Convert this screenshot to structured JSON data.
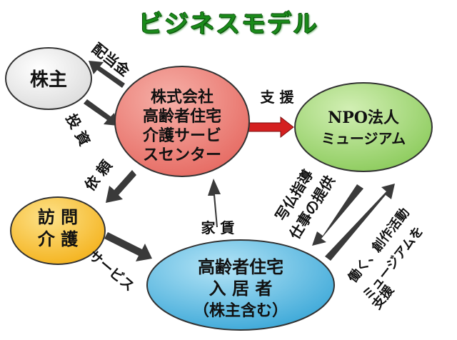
{
  "title": "ビジネスモデル",
  "colors": {
    "title": "#1a8a1a",
    "shareholder": "#f3f3f3",
    "company": "#ee8880",
    "npo": "#a6d87c",
    "visit_care": "#f8c840",
    "residents": "#6dc2e6",
    "arrow_dark": "#3a3a3a",
    "arrow_red": "#d42020"
  },
  "nodes": {
    "shareholder": {
      "lines": [
        "株主"
      ]
    },
    "company": {
      "lines": [
        "株式会社",
        "高齢者住宅",
        "介護サービ",
        "スセンター"
      ]
    },
    "npo": {
      "lines": [
        "NPO法人",
        "ミュージアム"
      ]
    },
    "visit_care": {
      "lines": [
        "訪 問",
        "介 護"
      ]
    },
    "residents": {
      "lines": [
        "高齢者住宅",
        "入 居 者",
        "（株主含む）"
      ]
    }
  },
  "edges": {
    "dividend": "配当金",
    "investment": "投 資",
    "support": "支 援",
    "request": "依 頼",
    "service": "サービス",
    "rent": "家 賃",
    "guidance": [
      "写仏指導",
      "仕事の提供"
    ],
    "work": [
      "働く、創作活動",
      "ミュージアムを",
      "支援"
    ]
  }
}
